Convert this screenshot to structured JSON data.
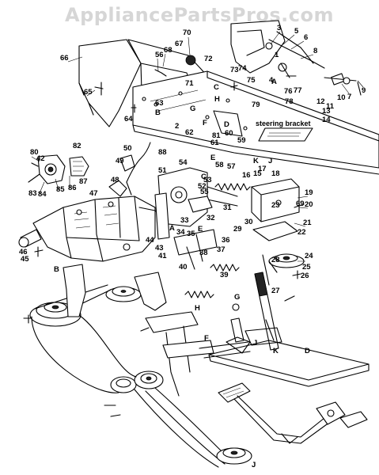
{
  "watermark": "AppliancePartsPros.com",
  "caption": "steering bracket",
  "part_numbers": [
    "1",
    "2",
    "3",
    "4",
    "5",
    "6",
    "7",
    "8",
    "9",
    "10",
    "11",
    "12",
    "13",
    "14",
    "15",
    "16",
    "17",
    "18",
    "19",
    "20",
    "21",
    "22",
    "23",
    "24",
    "25",
    "26",
    "27",
    "28",
    "29",
    "30",
    "31",
    "32",
    "33",
    "34",
    "35",
    "36",
    "37",
    "38",
    "39",
    "40",
    "41",
    "42",
    "43",
    "44",
    "45",
    "46",
    "47",
    "48",
    "49",
    "50",
    "51",
    "52",
    "53",
    "54",
    "55",
    "56",
    "57",
    "58",
    "59",
    "60",
    "61",
    "62",
    "63",
    "64",
    "65",
    "66",
    "67",
    "68",
    "69",
    "70",
    "71",
    "72",
    "73",
    "74",
    "75",
    "76",
    "77",
    "78",
    "79",
    "80",
    "81",
    "82",
    "83",
    "84",
    "85",
    "86",
    "87",
    "88"
  ],
  "reference_letters": [
    "A",
    "B",
    "C",
    "D",
    "E",
    "F",
    "G",
    "H",
    "J",
    "K"
  ]
}
